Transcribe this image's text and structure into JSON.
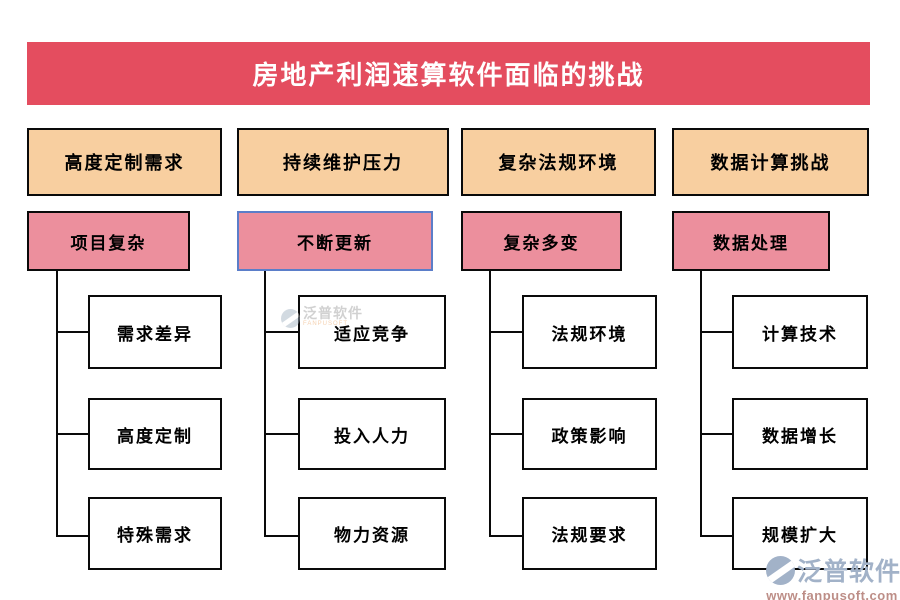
{
  "title": "房地产利润速算软件面临的挑战",
  "columns": [
    {
      "header": "高度定制需求",
      "subtopic": "项目复杂",
      "selected": false,
      "items": [
        "需求差异",
        "高度定制",
        "特殊需求"
      ]
    },
    {
      "header": "持续维护压力",
      "subtopic": "不断更新",
      "selected": true,
      "items": [
        "适应竞争",
        "投入人力",
        "物力资源"
      ]
    },
    {
      "header": "复杂法规环境",
      "subtopic": "复杂多变",
      "selected": false,
      "items": [
        "法规环境",
        "政策影响",
        "法规要求"
      ]
    },
    {
      "header": "数据计算挑战",
      "subtopic": "数据处理",
      "selected": false,
      "items": [
        "计算技术",
        "数据增长",
        "规模扩大"
      ]
    }
  ],
  "branding": {
    "logo_text": "泛普软件",
    "website": "www.fanpusoft.com",
    "watermark_text": "泛普软件",
    "watermark_subtext": "FANPUSOFT"
  },
  "colors": {
    "banner": "#e44d5f",
    "header_fill": "#f8cfa0",
    "subtopic_fill": "#ec8f9d",
    "selected_border": "#5b7ec9",
    "line": "#0a0a0a",
    "logo": "#a2b2c8",
    "website_text": "#bd8e87"
  }
}
